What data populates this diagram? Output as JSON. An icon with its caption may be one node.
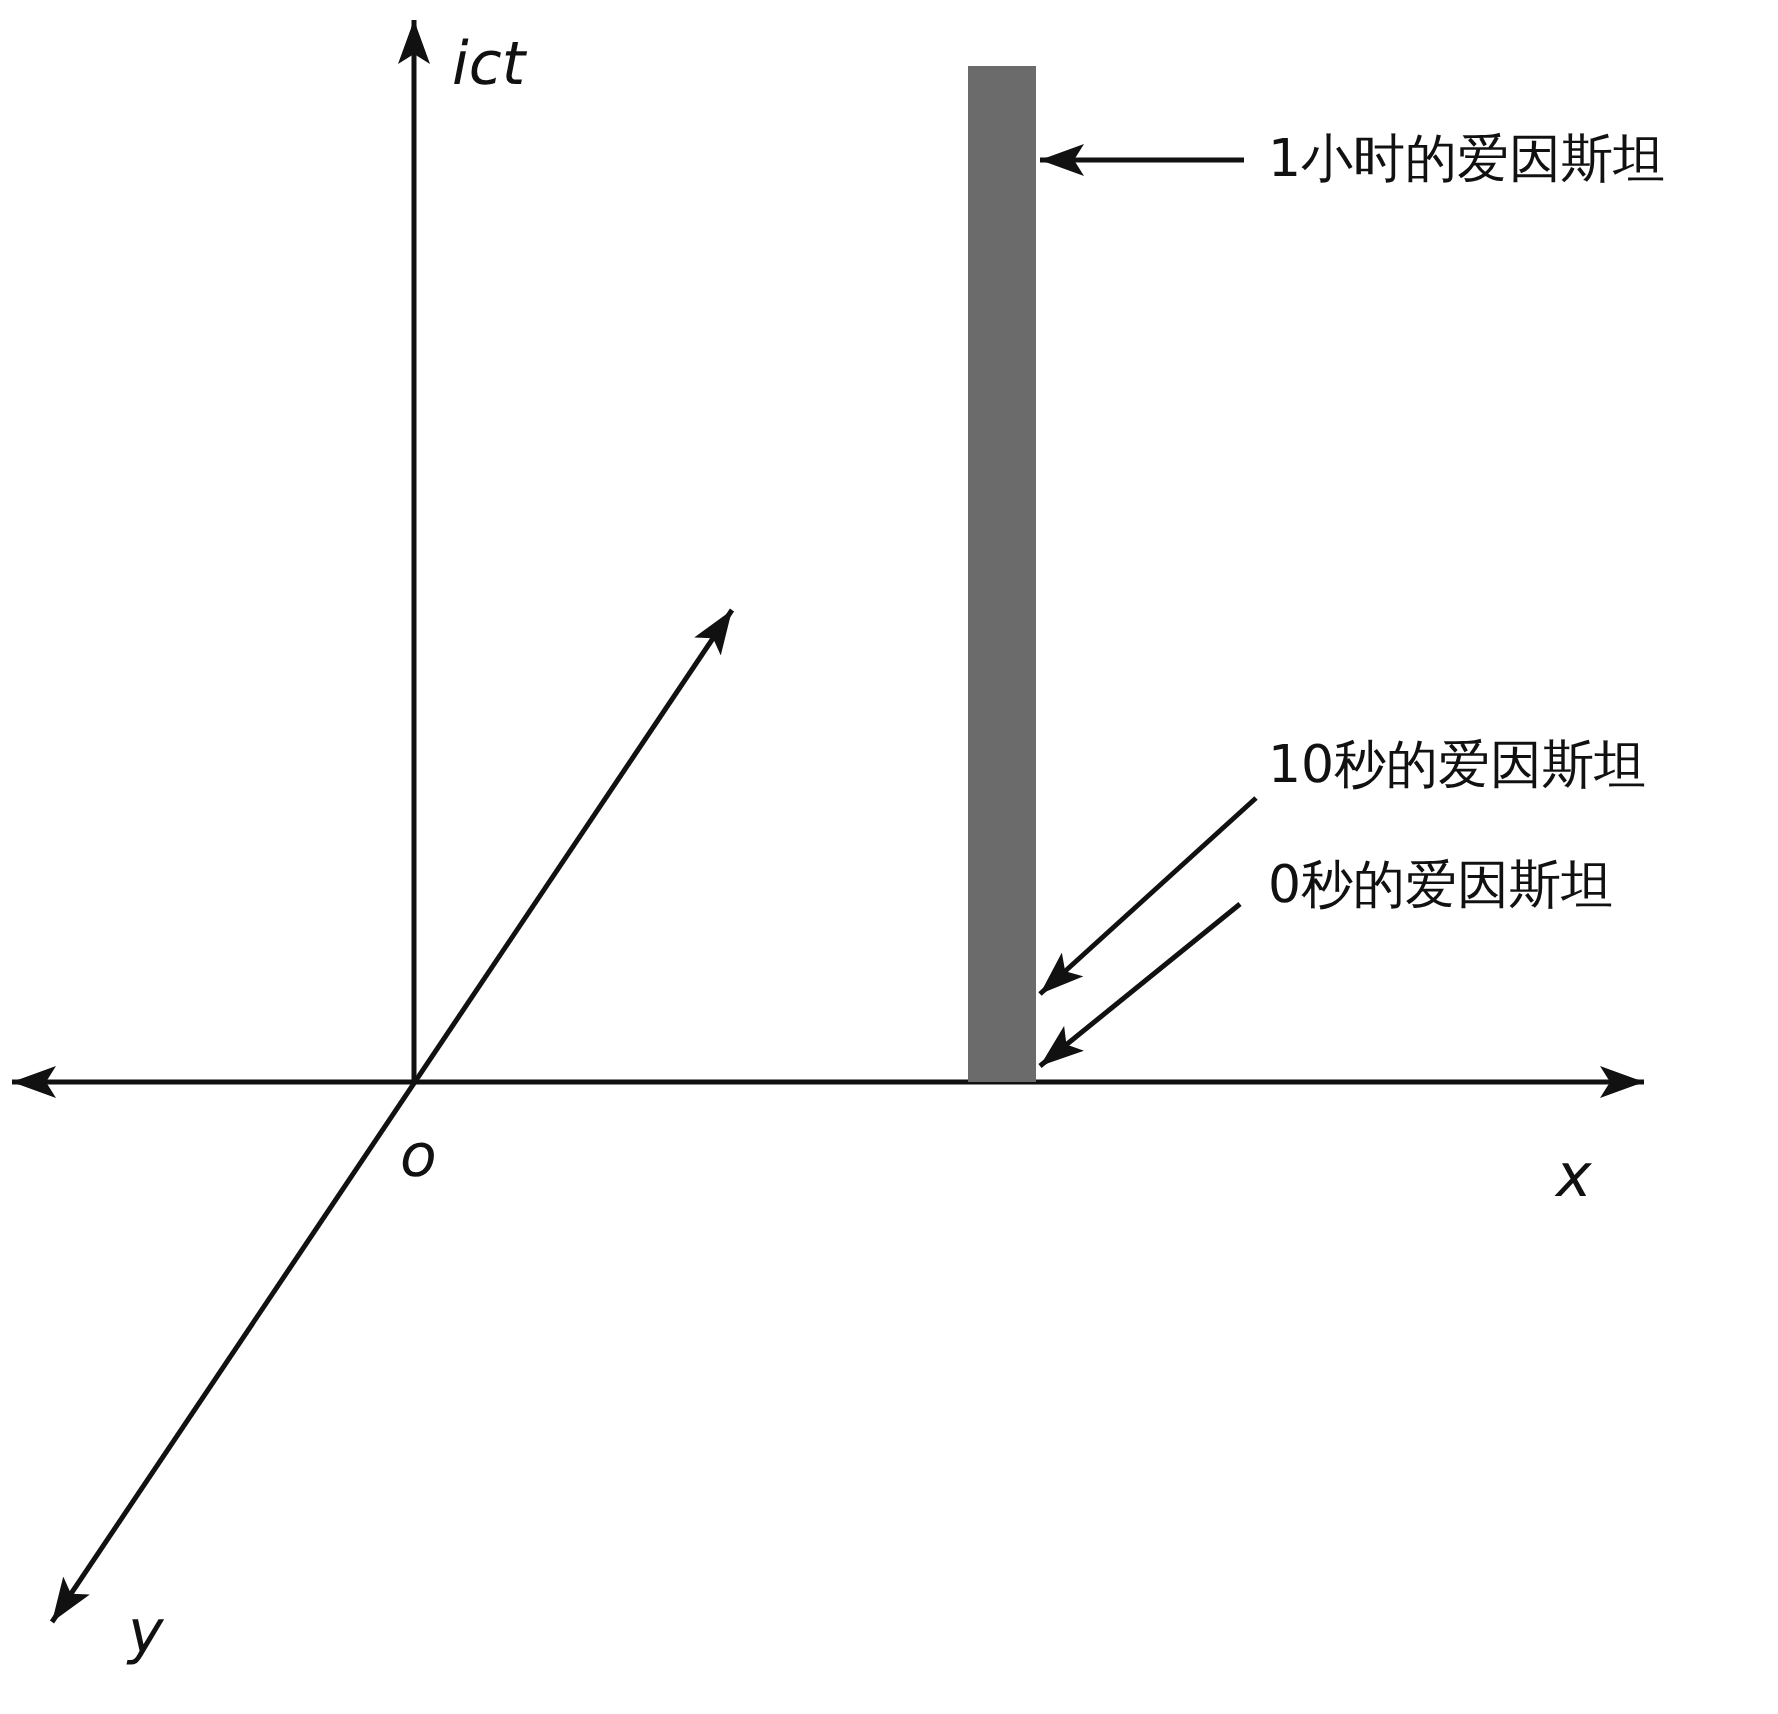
{
  "diagram": {
    "nodes": [
      {
        "text": [],
        "shape": "bar"
      },
      {
        "text": [
          "1小时的爱因斯坦"
        ]
      },
      {
        "text": [
          "10秒的爱因斯坦"
        ]
      },
      {
        "text": [
          "0秒的爱因斯坦"
        ]
      }
    ],
    "edges": [
      {
        "from": 1,
        "to": 0,
        "arrow": "to"
      },
      {
        "from": 2,
        "to": 0,
        "arrow": "to"
      },
      {
        "from": 3,
        "to": 0,
        "arrow": "to"
      }
    ],
    "labels": [
      "ict",
      "o",
      "x",
      "y"
    ]
  }
}
